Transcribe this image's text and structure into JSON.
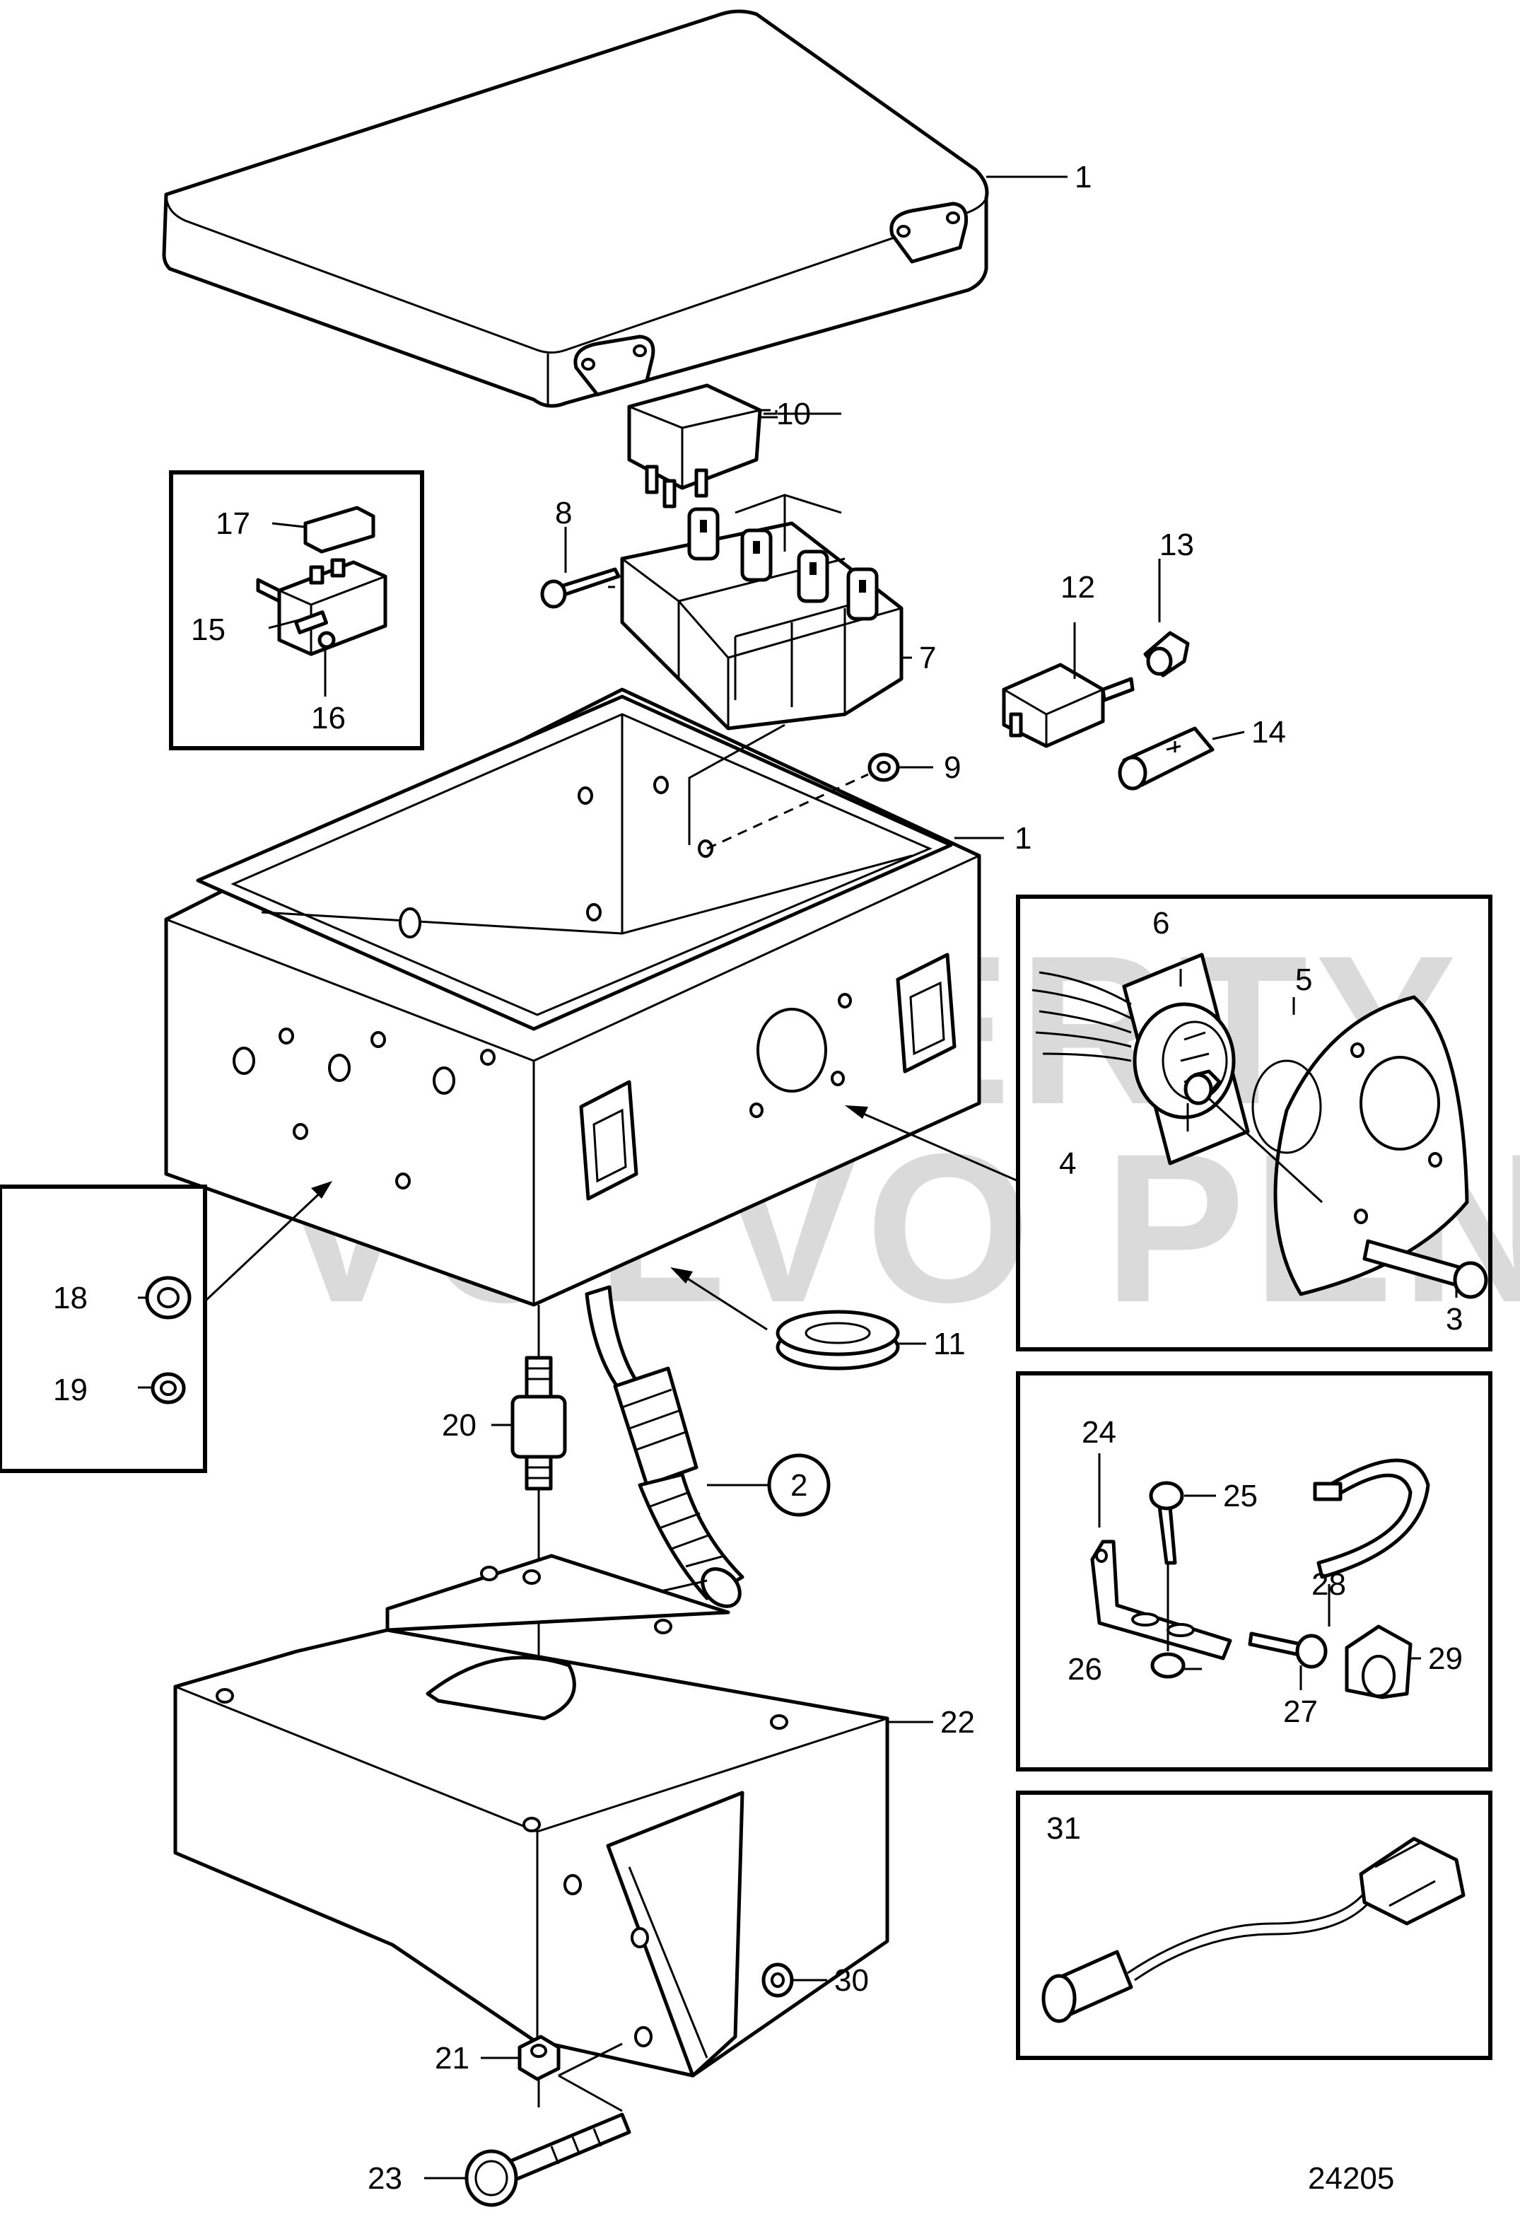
{
  "diagram": {
    "figure_number": "24205",
    "watermark": {
      "line1": "PROPERTY OF",
      "line2": "VOLVO PENTA"
    },
    "callouts": {
      "c1a": "1",
      "c1b": "1",
      "c2": "2",
      "c3": "3",
      "c4": "4",
      "c5": "5",
      "c6": "6",
      "c7": "7",
      "c8": "8",
      "c9": "9",
      "c10": "10",
      "c11": "11",
      "c12": "12",
      "c13": "13",
      "c14": "14",
      "c15": "15",
      "c16": "16",
      "c17": "17",
      "c18": "18",
      "c19": "19",
      "c20": "20",
      "c21": "21",
      "c22": "22",
      "c23": "23",
      "c24": "24",
      "c25": "25",
      "c26": "26",
      "c27": "27",
      "c28": "28",
      "c29": "29",
      "c30": "30",
      "c31": "31"
    }
  }
}
